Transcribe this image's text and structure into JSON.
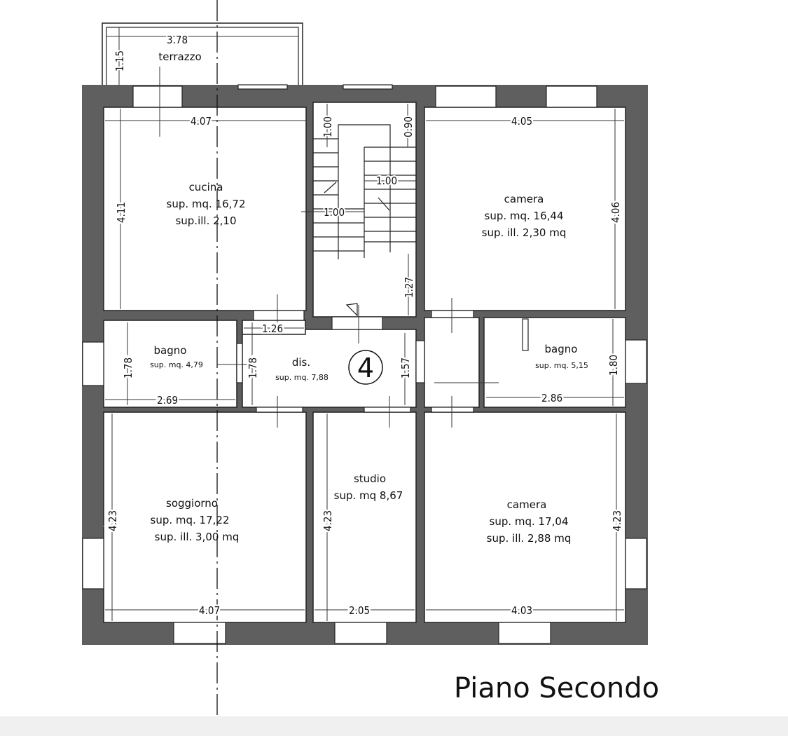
{
  "plan": {
    "title": "Piano Secondo",
    "floor_marker": "4",
    "wall_color": "#5f5f5f",
    "rooms": {
      "terrazzo": {
        "name": "terrazzo",
        "w": "3.78",
        "h": "1.15"
      },
      "cucina": {
        "name": "cucina",
        "area": "sup. mq. 16,72",
        "ill": "sup.ill. 2,10",
        "w": "4.07",
        "h": "4.11"
      },
      "scala": {
        "d1": "1.00",
        "d2": "0.90",
        "d3": "1.00",
        "d4": "1.00",
        "d5": "1.27"
      },
      "camera1": {
        "name": "camera",
        "area": "sup. mq. 16,44",
        "ill": "sup. ill. 2,30 mq",
        "w": "4.05",
        "h": "4.06"
      },
      "bagno1": {
        "name": "bagno",
        "area": "sup. mq. 4,79",
        "w": "2.69",
        "h": "1.78"
      },
      "dis": {
        "name": "dis.",
        "area": "sup. mq. 7,88",
        "w": "1.26",
        "h": "1.78",
        "h2": "1.57"
      },
      "bagno2": {
        "name": "bagno",
        "area": "sup. mq. 5,15",
        "w": "2.86",
        "h": "1.80"
      },
      "soggiorno": {
        "name": "soggiorno",
        "area": "sup. mq. 17,22",
        "ill": "sup. ill. 3,00 mq",
        "w": "4.07",
        "h": "4.23"
      },
      "studio": {
        "name": "studio",
        "area": "sup. mq 8,67",
        "w": "2.05",
        "h": "4.23"
      },
      "camera2": {
        "name": "camera",
        "area": "sup. mq. 17,04",
        "ill": "sup. ill. 2,88 mq",
        "w": "4.03",
        "h": "4.23"
      }
    }
  }
}
